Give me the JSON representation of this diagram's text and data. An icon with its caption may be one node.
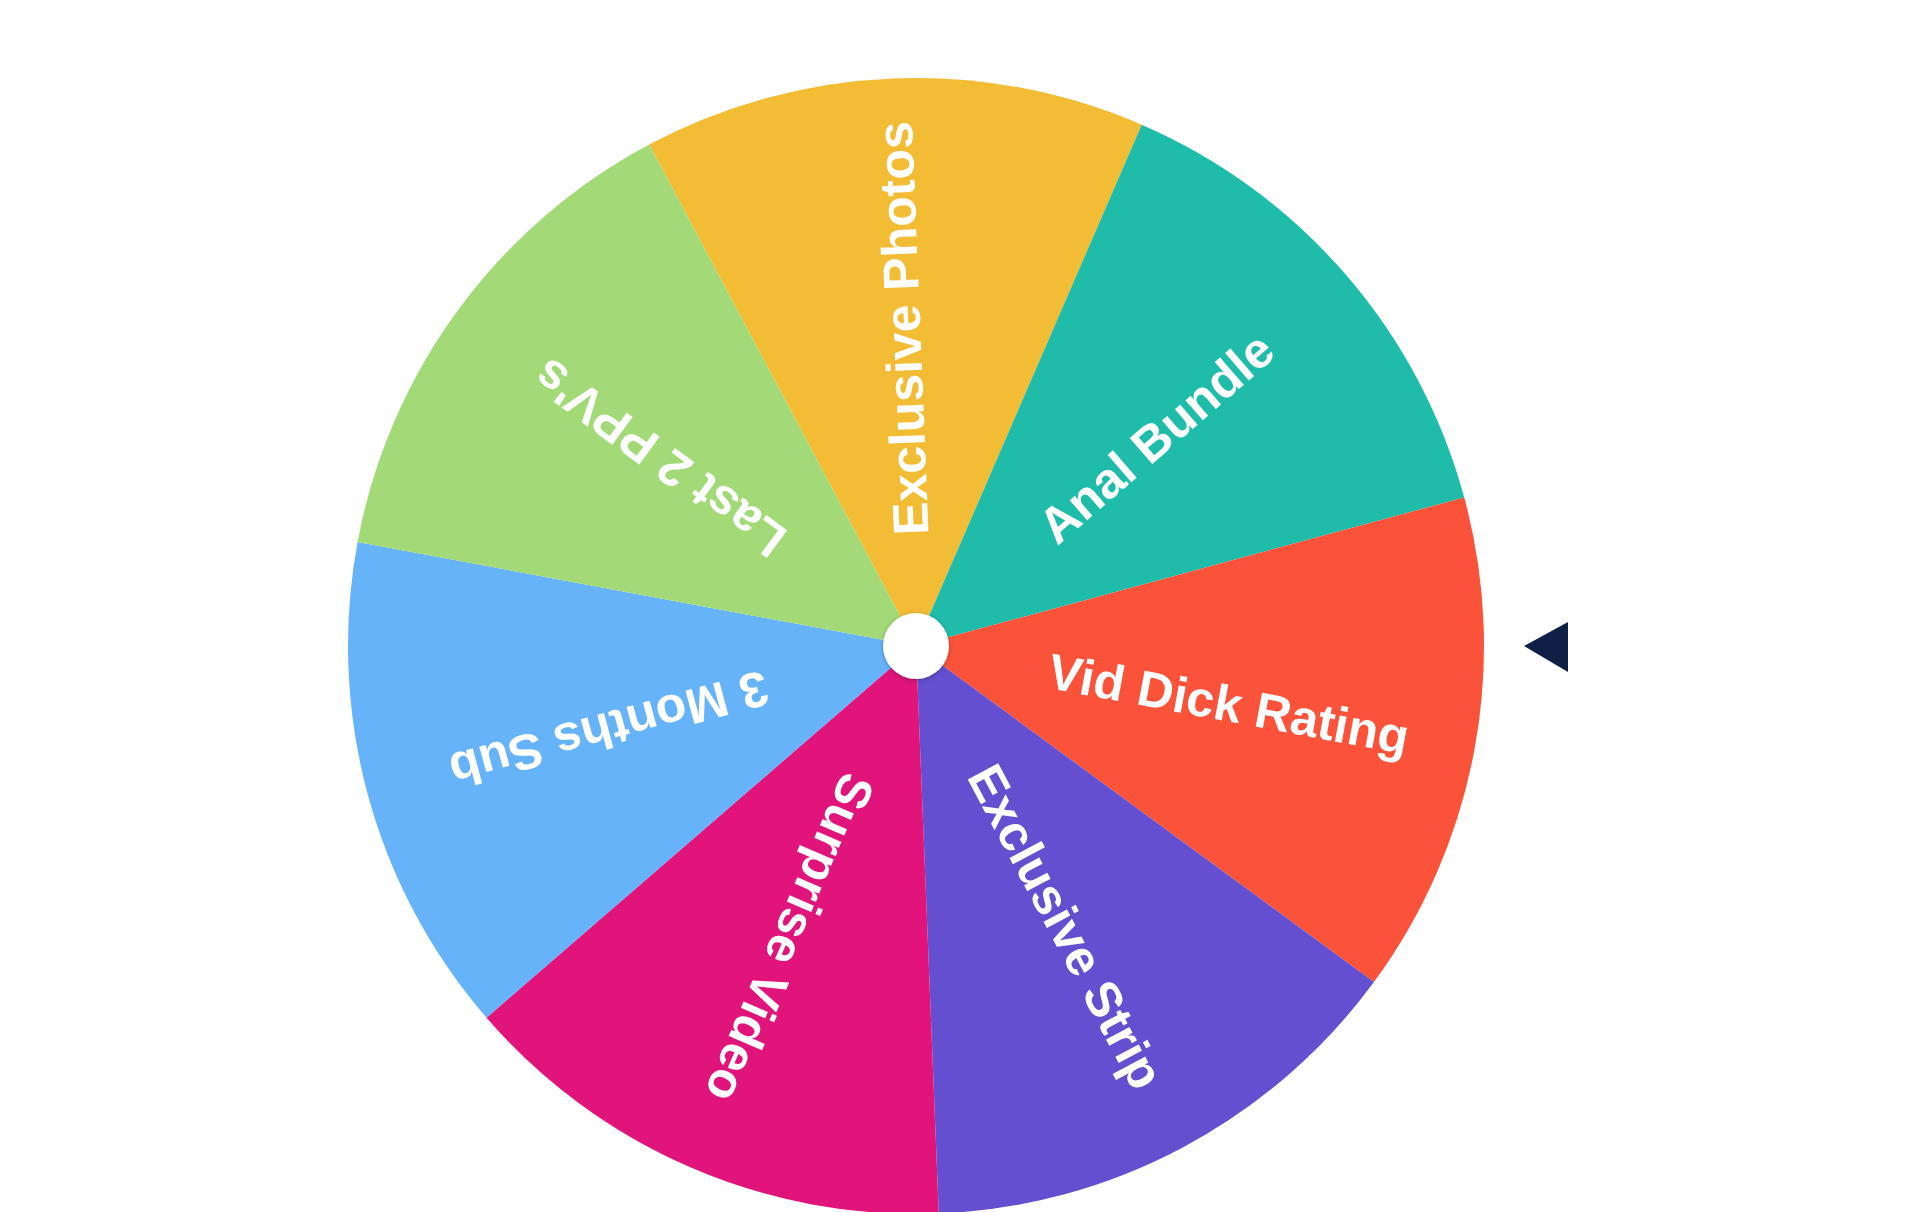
{
  "diagram": {
    "nodes": [
      {
        "text": [
          "Exclusive Photos"
        ]
      },
      {
        "text": [
          "Anal Bundle"
        ]
      },
      {
        "text": [
          "Vid Dick Rating"
        ]
      },
      {
        "text": [
          "Exclusive Strip"
        ]
      },
      {
        "text": [
          "Surprise Video"
        ]
      },
      {
        "text": [
          "3 Months Sub"
        ]
      },
      {
        "text": [
          "Last 2 PPV's"
        ]
      }
    ]
  }
}
